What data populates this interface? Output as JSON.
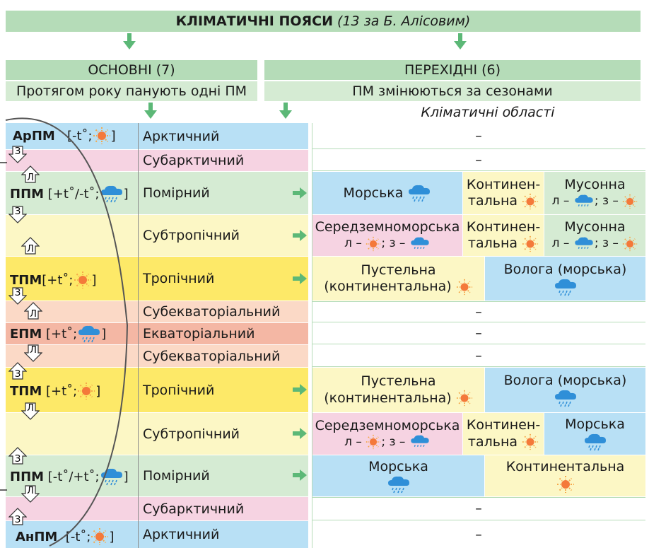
{
  "header": {
    "title_bold": "КЛІМАТИЧНІ ПОЯСИ",
    "title_note": "(13 за Б. Алісовим)"
  },
  "main": {
    "label": "ОСНОВНІ (7)",
    "desc": "Протягом року панують одні ПМ"
  },
  "transitional": {
    "label": "ПЕРЕХІДНІ (6)",
    "desc": "ПМ змінюються за сезонами",
    "regions_title": "Кліматичні області"
  },
  "colors": {
    "green_header": "#b5dcb8",
    "green_light": "#d5ebd3",
    "arctic_blue": "#b8e0f5",
    "subarctic_pink": "#f6d3e2",
    "temperate_green": "#d5ebd3",
    "subtropic_yellow": "#fcf7c5",
    "tropic_yellow": "#fde968",
    "subequator_peach": "#fbd9c6",
    "equator_orange": "#f4b7a4",
    "arrow_green": "#5cb877"
  },
  "symbols": {
    "dash": "–",
    "winter": "З",
    "summer": "Л"
  },
  "zones": [
    {
      "key": "arctic_n",
      "mass_bold": "АрПМ",
      "mass_rest": "[-t˚; ",
      "mass_icon": "sun-icon",
      "mass_end": "]",
      "name": "Арктичний"
    },
    {
      "key": "subarctic_n",
      "name": "Субарктичний"
    },
    {
      "key": "temperate_n",
      "mass_bold": "ППМ",
      "mass_rest": "[+t˚/-t˚;",
      "mass_icon": "rain-cloud-icon",
      "mass_end": "]",
      "name": "Помірний"
    },
    {
      "key": "subtropic_n",
      "name": "Субтропічний"
    },
    {
      "key": "tropic_n",
      "mass_bold": "ТПМ",
      "mass_rest": "[+t˚; ",
      "mass_icon": "sun-icon",
      "mass_end": "]",
      "name": "Тропічний"
    },
    {
      "key": "subequator_n",
      "name": "Субекваторіальний"
    },
    {
      "key": "equator",
      "mass_bold": "ЕПМ",
      "mass_rest": "[+t˚; ",
      "mass_icon": "rain-cloud-icon",
      "mass_end": "]",
      "name": "Екваторіальний"
    },
    {
      "key": "subequator_s",
      "name": "Субекваторіальний"
    },
    {
      "key": "tropic_s",
      "mass_bold": "ТПМ",
      "mass_rest": "[+t˚; ",
      "mass_icon": "sun-icon",
      "mass_end": "]",
      "name": "Тропічний"
    },
    {
      "key": "subtropic_s",
      "name": "Субтропічний"
    },
    {
      "key": "temperate_s",
      "mass_bold": "ППМ",
      "mass_rest": "[-t˚/+t˚;",
      "mass_icon": "rain-cloud-icon",
      "mass_end": "]",
      "name": "Помірний"
    },
    {
      "key": "subarctic_s",
      "name": "Субарктичний"
    },
    {
      "key": "arctic_s",
      "mass_bold": "АнПМ",
      "mass_rest": "[-t˚; ",
      "mass_icon": "sun-icon",
      "mass_end": "]",
      "name": "Арктичний"
    }
  ],
  "regions": {
    "marine": "Морська",
    "continental_split1": "Континен-",
    "continental_split2": "тальна",
    "monsoon": "Мусонна",
    "summer_prefix": "л –",
    "winter_prefix": "з –",
    "mediterranean": "Середземноморська",
    "desert1": "Пустельна",
    "desert2": "(континентальна)",
    "humid": "Волога (морська)",
    "continental": "Континентальна"
  }
}
